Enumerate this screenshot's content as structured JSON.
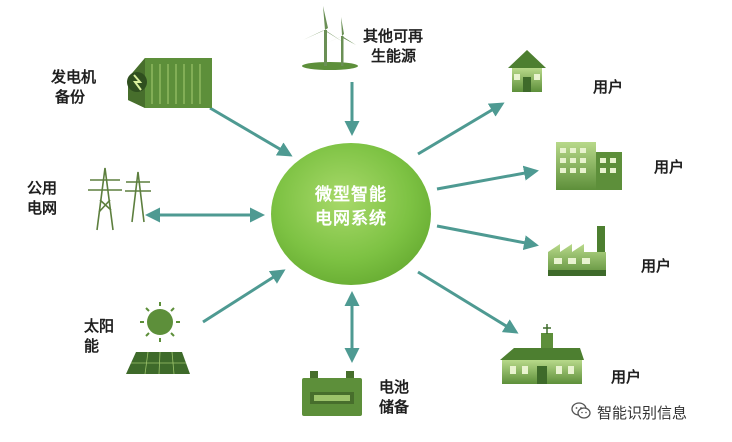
{
  "center": {
    "line1": "微型智能",
    "line2": "电网系统"
  },
  "sources": {
    "renewable": {
      "line1": "其他可再",
      "line2": "生能源"
    },
    "generator": {
      "line1": "发电机",
      "line2": "备份"
    },
    "public_grid": {
      "line1": "公用",
      "line2": "电网"
    },
    "solar": {
      "line1": "太阳",
      "line2": "能"
    },
    "battery": {
      "line1": "电池",
      "line2": "储备"
    }
  },
  "users": [
    "用户",
    "用户",
    "用户",
    "用户"
  ],
  "watermark": {
    "text": "智能识别信息"
  },
  "colors": {
    "arrow": "#4e9a92",
    "center_fill": "#7dc243",
    "icon_green": "#5a8a3a",
    "icon_light": "#9cc36a"
  }
}
